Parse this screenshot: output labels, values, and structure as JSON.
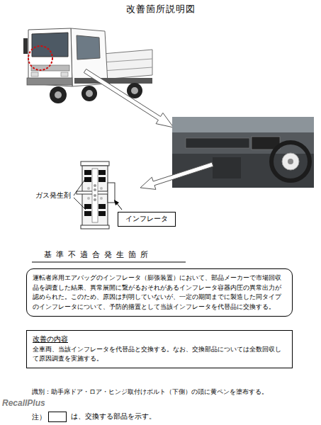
{
  "diagram": {
    "title": "改善箇所説明図",
    "nodes": [
      {
        "text": [
          "インフレータ"
        ]
      },
      {
        "text": [
          "運転者席用エアバッグのインフレータ（膨張装置）において、部品メーカーで市場回収品を調査した結果、異常展開に繋がるおそれがあるインフレータ容器内圧の異常出力が認められた。このため、原因は判明していないが、一定の期間までに製造した同タイプのインフレータについて、予防的措置として当該インフレータを代替品に交換する。"
        ]
      },
      {
        "text": [
          "改善の内容",
          "全車両、当該インフレータを代替品と交換する。なお、交換部品については全数回収して原因調査を実施する。"
        ]
      }
    ],
    "labels": [
      "ガス発生剤",
      "基準不適合発生箇所",
      "識別：助手席ドア・ロア・ヒンジ取付けボルト（下側）の頭に黄ペンを塗布する。",
      "注）",
      "RecallPlus"
    ],
    "legend": [
      {
        "text": "は、交換する部品を示す。"
      }
    ]
  }
}
